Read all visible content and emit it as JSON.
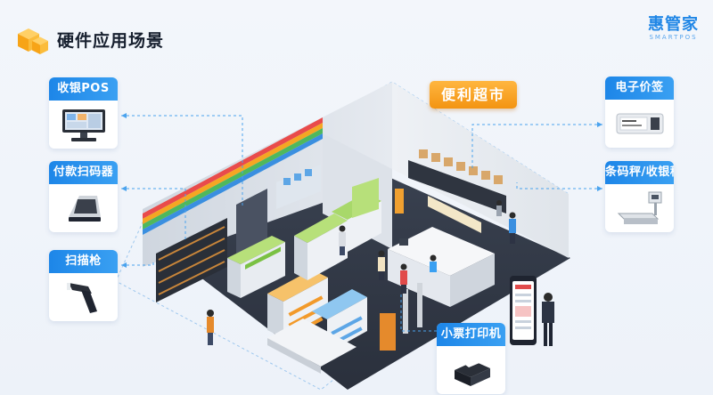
{
  "header": {
    "title": "硬件应用场景"
  },
  "brand": {
    "name": "惠管家",
    "sub": "SMARTPOS"
  },
  "store": {
    "label": "便利超市"
  },
  "devices": {
    "pos": "收银POS",
    "payment_scanner": "付款扫码器",
    "scan_gun": "扫描枪",
    "e_price_tag": "电子价签",
    "scale": "条码秤/收银秤",
    "printer": "小票打印机"
  },
  "colors": {
    "accent": "#1d86e8",
    "badge": "#f39412"
  }
}
